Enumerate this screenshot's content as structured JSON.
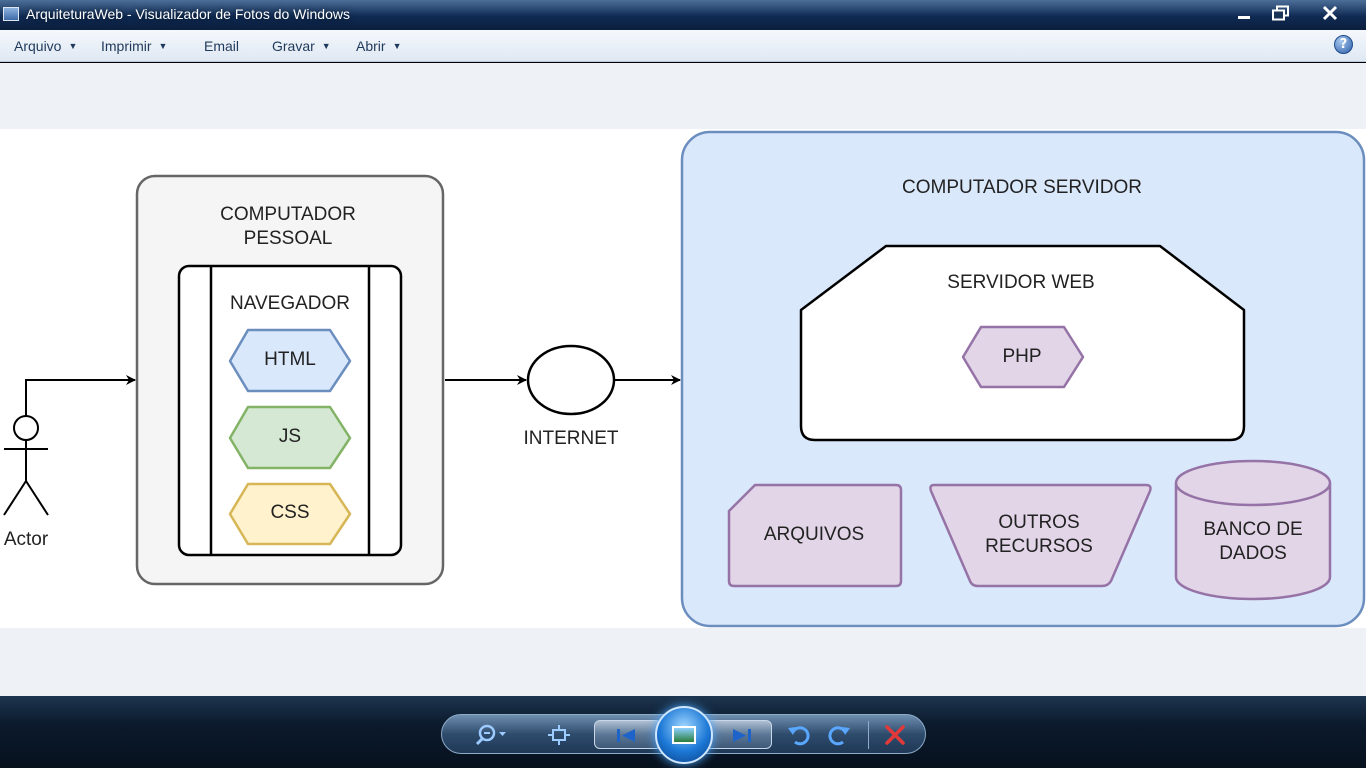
{
  "window": {
    "title": "ArquiteturaWeb - Visualizador de Fotos do Windows"
  },
  "menu": [
    {
      "label": "Arquivo",
      "has_dropdown": true
    },
    {
      "label": "Imprimir",
      "has_dropdown": true
    },
    {
      "label": "Email",
      "has_dropdown": false
    },
    {
      "label": "Gravar",
      "has_dropdown": true
    },
    {
      "label": "Abrir",
      "has_dropdown": true
    }
  ],
  "help_icon": "help-icon",
  "diagram": {
    "actor_label": "Actor",
    "pc_title_line1": "COMPUTADOR",
    "pc_title_line2": "PESSOAL",
    "browser_label": "NAVEGADOR",
    "browser_techs": [
      "HTML",
      "JS",
      "CSS"
    ],
    "internet_label": "INTERNET",
    "server_title": "COMPUTADOR SERVIDOR",
    "webserver_label": "SERVIDOR WEB",
    "webserver_tech": "PHP",
    "files_label": "ARQUIVOS",
    "other_line1": "OUTROS",
    "other_line2": "RECURSOS",
    "db_line1": "BANCO DE",
    "db_line2": "DADOS"
  },
  "colors": {
    "html_fill": "#dae8fc",
    "html_stroke": "#6c8ebf",
    "js_fill": "#d5e8d4",
    "js_stroke": "#82b366",
    "css_fill": "#fff2cc",
    "css_stroke": "#d6b656",
    "purple_fill": "#e1d5e7",
    "purple_stroke": "#9673a6",
    "server_fill": "#dae8fc",
    "server_stroke": "#6c8ebf",
    "pc_fill": "#f5f5f5",
    "pc_stroke": "#666666"
  },
  "controls": [
    "zoom-icon",
    "fit-window-icon",
    "previous-icon",
    "slideshow-icon",
    "next-icon",
    "rotate-ccw-icon",
    "rotate-cw-icon",
    "delete-icon"
  ]
}
